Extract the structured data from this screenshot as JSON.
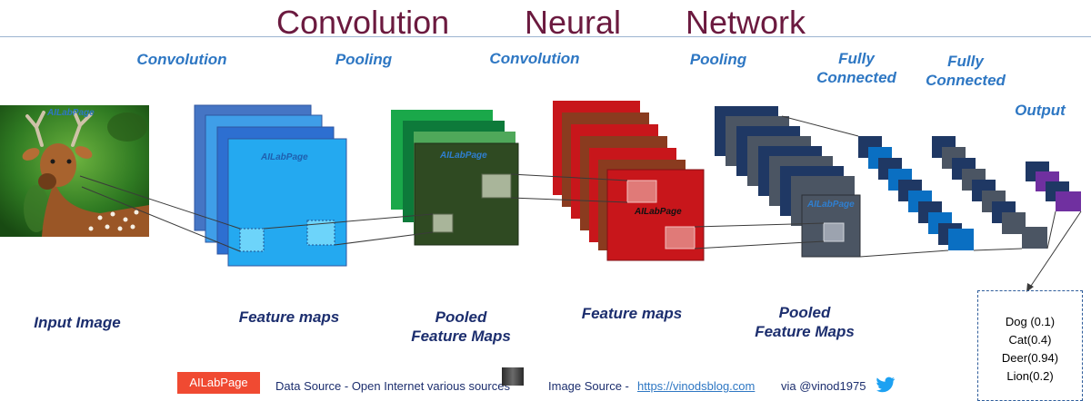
{
  "title": {
    "word1": "Convolution",
    "word2": "Neural",
    "word3": "Network"
  },
  "stages": {
    "convolution1": "Convolution",
    "pooling1": "Pooling",
    "convolution2": "Convolution",
    "pooling2": "Pooling",
    "fc1": [
      "Fully",
      "Connected"
    ],
    "fc2": [
      "Fully",
      "Connected"
    ],
    "output": "Output"
  },
  "bottom_labels": {
    "input": "Input Image",
    "feature_maps1": "Feature maps",
    "pooled1": [
      "Pooled",
      "Feature Maps"
    ],
    "feature_maps2": "Feature maps",
    "pooled2": [
      "Pooled",
      "Feature Maps"
    ]
  },
  "watermarks": {
    "image": "AILabPage",
    "fm1": "AILabPage",
    "pool1": "AILabPage",
    "fm2": "AILabPage",
    "pool2": "AILabPage"
  },
  "outputs": [
    "Dog (0.1)",
    "Cat(0.4)",
    "Deer(0.94)",
    "Lion(0.2)"
  ],
  "footer": {
    "brand": "AILabPage",
    "data_source": "Data Source -  Open Internet  various sources",
    "image_source": "Image Source -",
    "link": "https://vinodsblog.com",
    "via": "via   @vinod1975"
  },
  "icons": {
    "social": "twitter-bird-icon"
  },
  "colors": {
    "title": "#6b1a3f",
    "stage_label": "#2e77c3",
    "bottom_label": "#1c2e6e",
    "feature_map_blue": "#24a9f0",
    "pooled_green": "#2f4a22",
    "feature_map_red": "#c8161b",
    "pooled_navy": "#1f3864",
    "output_purple": "#7030a0",
    "brand_red": "#f04a32"
  }
}
